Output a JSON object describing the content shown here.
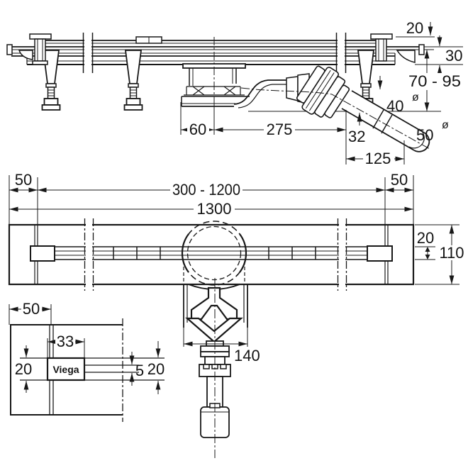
{
  "meta": {
    "title": "Viega shower channel installation drawing",
    "line_color": "#181818",
    "background": "#ffffff"
  },
  "side_view": {
    "dim_tile_offset": "20",
    "dim_channel_height": "30",
    "dim_adjust_range": "70 - 95",
    "dim_pipe_diameter": "40",
    "dim_outlet_diameter": "50",
    "dia_symbol": "ø",
    "dim_pot_offset": "60",
    "dim_outlet_length": "275",
    "dim_pipe_size": "32",
    "dim_end_offset": "125"
  },
  "top_view": {
    "dim_edge_left": "50",
    "dim_length_range": "300 - 1200",
    "dim_total_length": "1300",
    "dim_edge_right": "50",
    "dim_grate_width": "20",
    "dim_body_width": "110",
    "dim_pot_width": "140"
  },
  "detail_view": {
    "dim_edge": "50",
    "dim_logo_width": "33",
    "dim_height_left": "20",
    "dim_slot": "5",
    "dim_height_right": "20",
    "logo": "Viega"
  }
}
